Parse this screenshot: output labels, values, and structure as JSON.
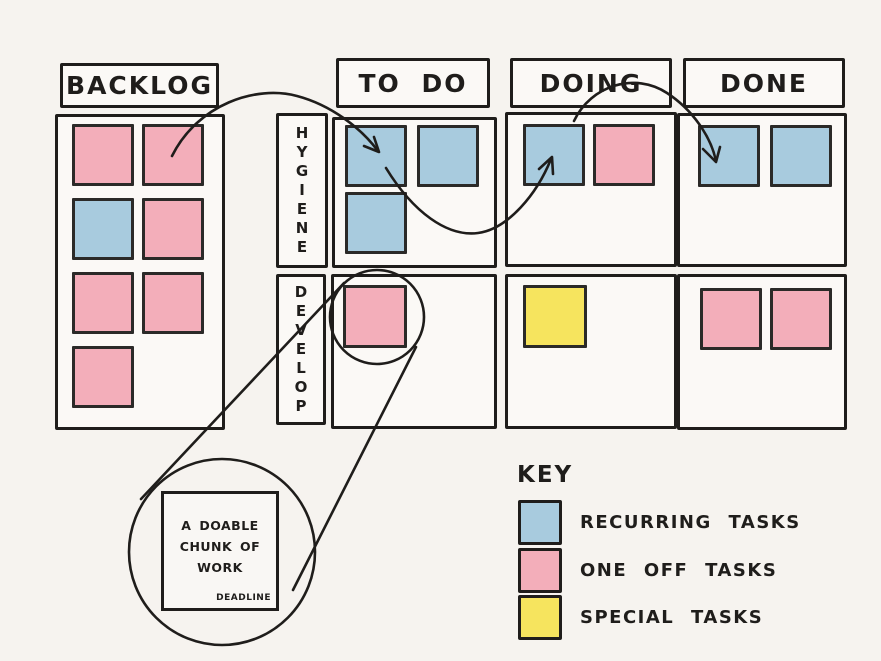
{
  "colors": {
    "recurring": "#a8cbde",
    "one_off": "#f3aeba",
    "special": "#f6e45e",
    "ink": "#1f1d1b",
    "background": "#f6f3ef"
  },
  "columns": {
    "backlog": {
      "label": "BACKLOG"
    },
    "todo": {
      "label": "TO DO"
    },
    "doing": {
      "label": "DOING"
    },
    "done": {
      "label": "DONE"
    }
  },
  "lanes": {
    "hygiene": {
      "label": "HYGIENE"
    },
    "develop": {
      "label": "DEVELOP"
    }
  },
  "cards": {
    "backlog": [
      "one_off",
      "one_off",
      "recurring",
      "one_off",
      "one_off",
      "one_off",
      "one_off"
    ],
    "todo_hygiene": [
      "recurring",
      "recurring",
      "recurring"
    ],
    "todo_develop": [
      "one_off"
    ],
    "doing_hygiene": [
      "recurring",
      "one_off"
    ],
    "doing_develop": [
      "special"
    ],
    "done_hygiene": [
      "recurring",
      "recurring"
    ],
    "done_develop": [
      "one_off",
      "one_off"
    ]
  },
  "callout": {
    "line1": "A DOABLE",
    "line2": "CHUNK OF",
    "line3": "WORK",
    "corner_label": "DEADLINE"
  },
  "key": {
    "title": "KEY",
    "entries": [
      {
        "swatch": "recurring",
        "label": "RECURRING TASKS"
      },
      {
        "swatch": "one_off",
        "label": "ONE OFF TASKS"
      },
      {
        "swatch": "special",
        "label": "SPECIAL TASKS"
      }
    ]
  }
}
